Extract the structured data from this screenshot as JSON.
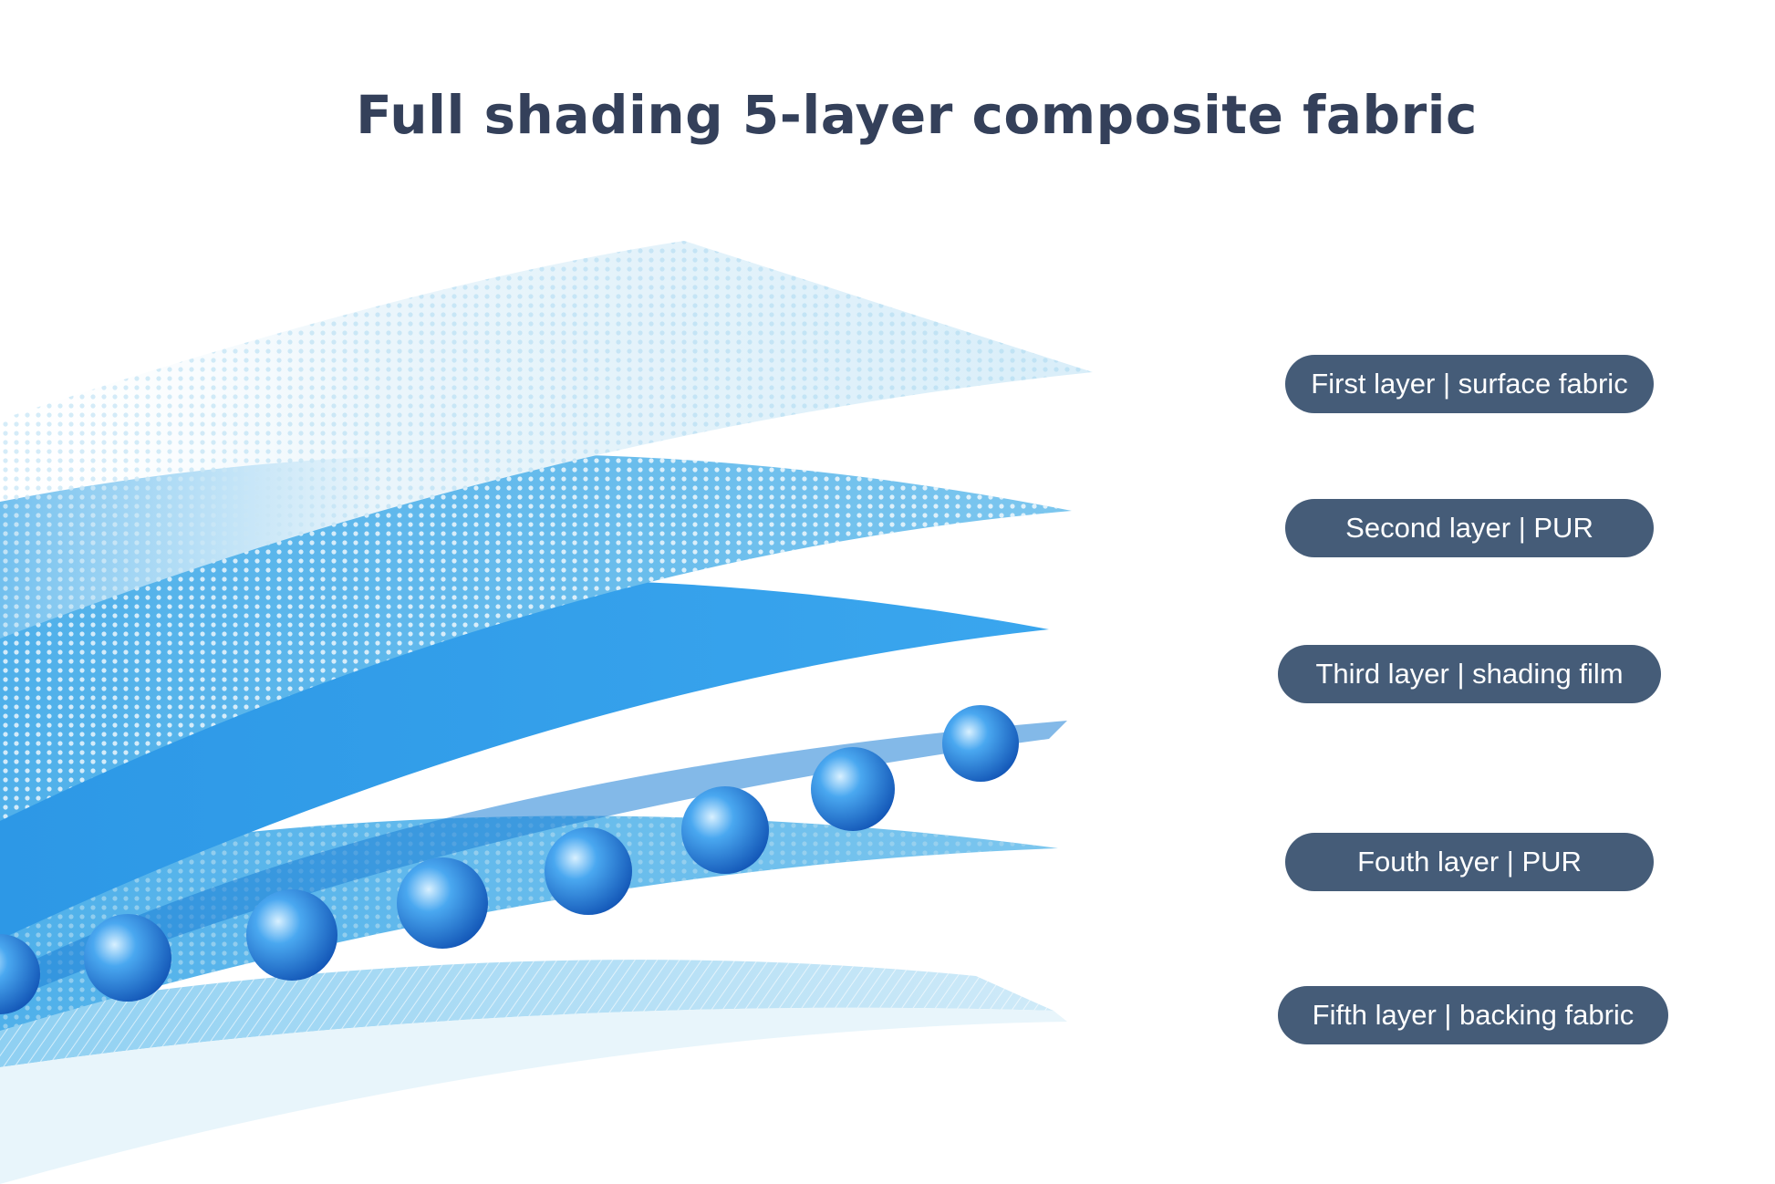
{
  "page": {
    "title": "Full shading 5-layer composite fabric"
  },
  "colors": {
    "title": "#34405a",
    "pill_bg": "#455c78",
    "pill_text": "#ffffff",
    "layer_light": "#e8f4fb",
    "layer_mid": "#7cc3ec",
    "layer_dark": "#2a8ad8",
    "bead": "#1f6fd0"
  },
  "illustration": {
    "name": "five-layer-fabric-illustration",
    "layers": [
      {
        "id": "surface",
        "style": "white-mesh"
      },
      {
        "id": "pur-1",
        "style": "blue-mesh"
      },
      {
        "id": "shading-film",
        "style": "blue-film-beads"
      },
      {
        "id": "pur-2",
        "style": "blue-mesh"
      },
      {
        "id": "backing",
        "style": "light-weave"
      }
    ]
  },
  "labels": [
    {
      "text": "First layer | surface fabric"
    },
    {
      "text": "Second layer | PUR"
    },
    {
      "text": "Third layer | shading film"
    },
    {
      "text": "Fouth layer | PUR"
    },
    {
      "text": "Fifth layer | backing fabric"
    }
  ]
}
